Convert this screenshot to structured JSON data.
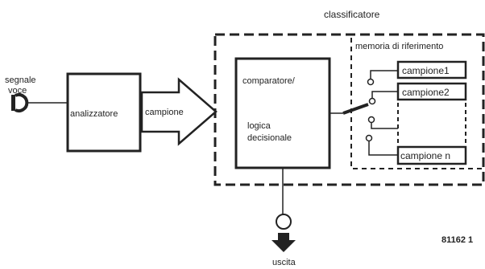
{
  "diagram": {
    "classifier_title": "classificatore",
    "memory_title": "memoria di riferimento",
    "input_label_line1": "segnale",
    "input_label_line2": "voce",
    "analyzer": "analizzatore",
    "sample_arrow": "campione",
    "comparator_line1": "comparatore/",
    "logic_line1": "logica",
    "logic_line2": "decisionale",
    "samples": [
      "campione1",
      "campione2",
      "campione n"
    ],
    "output_label": "uscita",
    "figure_code": "81162 1"
  },
  "colors": {
    "ink": "#222222",
    "paper": "#ffffff"
  },
  "icons": [
    "microphone-icon",
    "output-terminal-icon",
    "output-arrow-icon",
    "selector-switch-icon"
  ]
}
